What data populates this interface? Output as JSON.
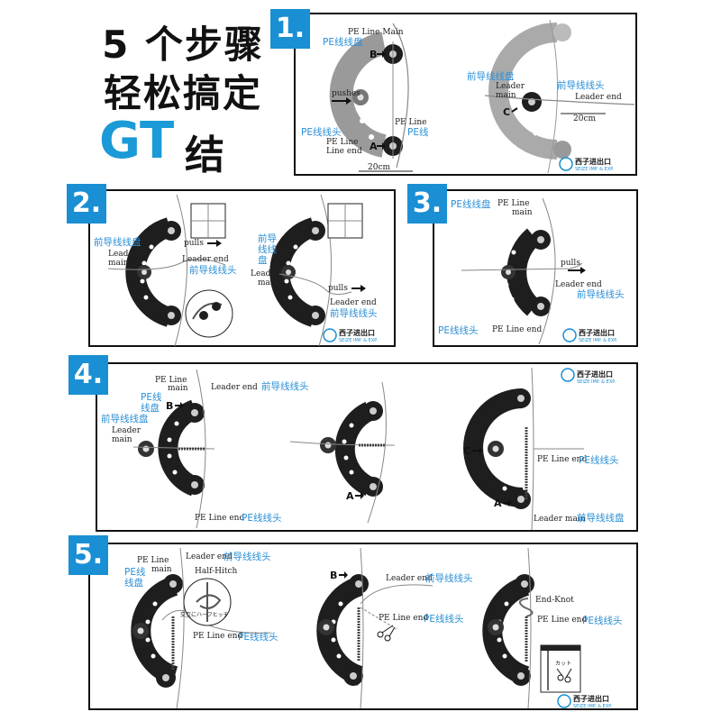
{
  "header": {
    "line1": "5 个步骤",
    "line2": "轻松搞定",
    "gt": "GT",
    "jie": "结"
  },
  "steps": [
    "1.",
    "2.",
    "3.",
    "4.",
    "5."
  ],
  "labels": {
    "pe_line_main": "PE Line Main",
    "pe_reel_cn": "PE线线盘",
    "pushes": "pushes",
    "pe_line": "PE Line",
    "pe_line_cn": "PE线",
    "pe_line_end_cn": "PE线线头",
    "pe_line_line_end_1": "PE Line",
    "pe_line_line_end_2": "Line end",
    "dist": "20cm",
    "leader_reel_cn": "前导线线盘",
    "leader": "Leader",
    "main": "main",
    "leader_end": "Leader end",
    "leader_end_cn": "前导线线头",
    "pulls": "pulls",
    "leader_guide_cn_1": "前导",
    "leader_guide_cn_2": "线线",
    "leader_guide_cn_3": "盘",
    "pe_line_end": "PE Line end",
    "pe_line_end_s3": "PE  Line end",
    "pe_line_main_line2": "main",
    "pe_cn_1": "PE线",
    "pe_cn_2": "线盘",
    "leader_main": "Leader main",
    "half_hitch": "Half-Hitch",
    "half_hitch_jp": "交互にハーフヒッチ",
    "end_knot": "End-Knot",
    "cut_jp": "カット",
    "arrow_a": "A",
    "arrow_b": "B",
    "arrow_c": "C",
    "pe_line_main_lower": "PE Line"
  },
  "logo": {
    "name": "西子进出口",
    "sub": "SEIZE IMP. & EXP."
  },
  "colors": {
    "accent": "#1a8fd3",
    "blue_text": "#2a8fd6",
    "tool": "#1e1e1e"
  }
}
